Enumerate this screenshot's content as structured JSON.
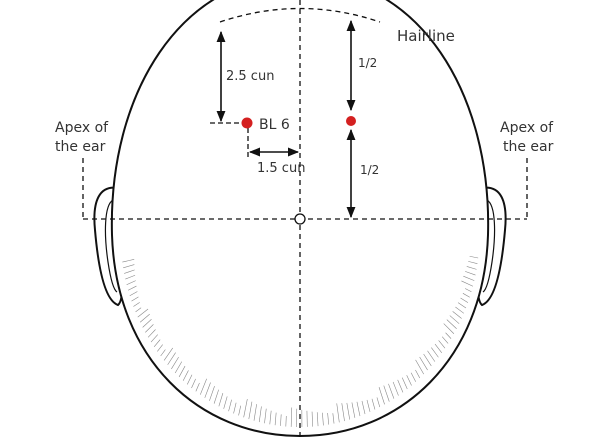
{
  "labels": {
    "hairline": "Hairline",
    "apex_left_line1": "Apex of",
    "apex_left_line2": "the ear",
    "apex_right_line1": "Apex of",
    "apex_right_line2": "the ear",
    "point_name": "BL 6",
    "distance_vertical": "2.5 cun",
    "distance_horizontal": "1.5 cun",
    "half_upper": "1/2",
    "half_lower": "1/2"
  },
  "colors": {
    "point": "#d42020",
    "line": "#111111"
  }
}
